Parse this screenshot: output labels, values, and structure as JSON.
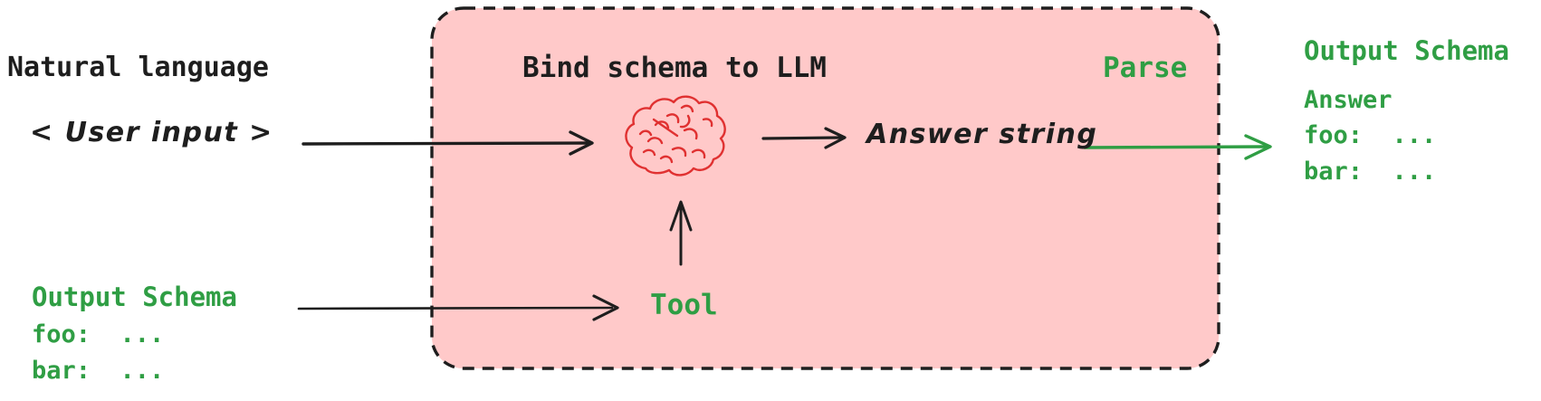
{
  "colors": {
    "background": "#ffffff",
    "box_fill": "#ffc9c9",
    "ink": "#1e1e1e",
    "green": "#2f9e44",
    "brain_red": "#e03131"
  },
  "input_stage": {
    "title": "Natural language",
    "user_input": "< User input >"
  },
  "schema_input": {
    "title": "Output Schema",
    "lines": [
      "foo:  ...",
      "bar:  ..."
    ]
  },
  "llm_box": {
    "bind_label": "Bind schema to LLM",
    "parse_label": "Parse",
    "answer_string": "Answer string",
    "tool_label": "Tool",
    "brain_icon": "brain-icon"
  },
  "output_stage": {
    "title": "Output Schema",
    "answer_label": "Answer",
    "lines": [
      "foo:  ...",
      "bar:  ..."
    ]
  }
}
